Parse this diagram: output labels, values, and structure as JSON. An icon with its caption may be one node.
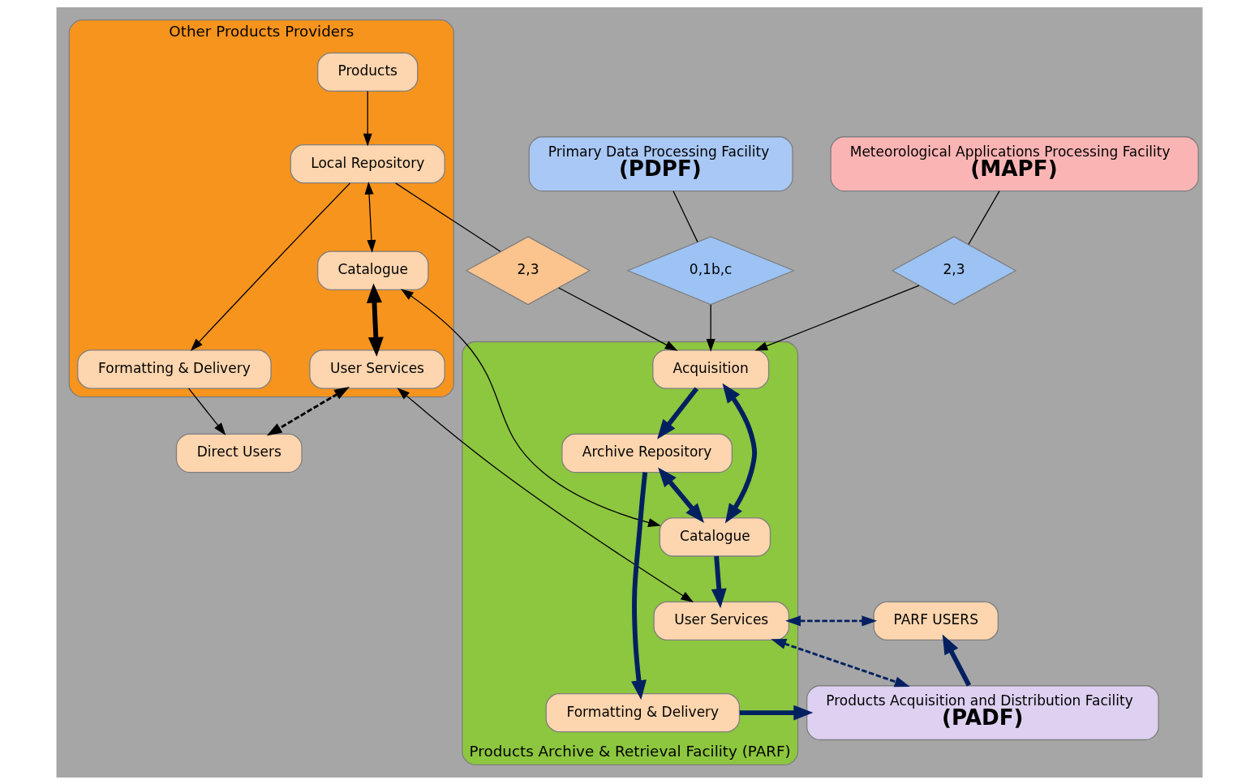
{
  "diagram": {
    "nodes": [
      {
        "text": [
          "Other Products Providers"
        ]
      },
      {
        "text": [
          "Products"
        ],
        "in": 0
      },
      {
        "text": [
          "Local Repository"
        ],
        "in": 0
      },
      {
        "text": [
          "Formatting & Delivery"
        ],
        "in": 0
      },
      {
        "text": [
          "Catalogue"
        ],
        "in": 0
      },
      {
        "text": [
          "User Services"
        ],
        "in": 0
      },
      {
        "text": [
          "Direct Users"
        ]
      },
      {
        "text": [
          "Primary Data Processing Facility",
          "(PDPF)"
        ]
      },
      {
        "text": [
          "0,1b,c"
        ]
      },
      {
        "text": [
          "Meteorological Applications Processing Facility",
          "(MAPF)"
        ]
      },
      {
        "text": [
          "2,3"
        ]
      },
      {
        "text": [
          "2,3"
        ]
      },
      {
        "text": [
          "Products Archive & Retrieval Facility (PARF)"
        ]
      },
      {
        "text": [
          "Acquisition"
        ],
        "in": 12
      },
      {
        "text": [
          "Archive Repository"
        ],
        "in": 12
      },
      {
        "text": [
          "Formatting & Delivery"
        ],
        "in": 12
      },
      {
        "text": [
          "Catalogue"
        ],
        "in": 12
      },
      {
        "text": [
          "User Services"
        ],
        "in": 12
      },
      {
        "text": [
          "Products Acquisition and Distribution Facility",
          "(PADF)"
        ]
      },
      {
        "text": [
          "PARF USERS"
        ]
      }
    ],
    "edges": [
      {
        "from": 1,
        "to": 2,
        "arrow": "to"
      },
      {
        "from": 2,
        "to": 3,
        "arrow": "to"
      },
      {
        "from": 2,
        "to": 4,
        "arrow": "both"
      },
      {
        "from": 4,
        "to": 5,
        "arrow": "both",
        "style": "thick"
      },
      {
        "from": 3,
        "to": 6,
        "arrow": "to"
      },
      {
        "from": 5,
        "to": 6,
        "arrow": "both",
        "style": "dashed"
      },
      {
        "from": 2,
        "to": 11,
        "arrow": "none"
      },
      {
        "from": 11,
        "to": 13,
        "arrow": "to"
      },
      {
        "from": 7,
        "to": 8,
        "arrow": "none"
      },
      {
        "from": 8,
        "to": 13,
        "arrow": "to"
      },
      {
        "from": 9,
        "to": 10,
        "arrow": "none"
      },
      {
        "from": 10,
        "to": 13,
        "arrow": "to"
      },
      {
        "from": 4,
        "to": 16,
        "arrow": "both"
      },
      {
        "from": 5,
        "to": 17,
        "arrow": "both"
      },
      {
        "from": 13,
        "to": 14,
        "arrow": "to",
        "style": "thick",
        "color": "#002060"
      },
      {
        "from": 13,
        "to": 16,
        "arrow": "both",
        "style": "thick",
        "color": "#002060"
      },
      {
        "from": 14,
        "to": 16,
        "arrow": "both",
        "style": "thick",
        "color": "#002060"
      },
      {
        "from": 14,
        "to": 15,
        "arrow": "to",
        "style": "thick",
        "color": "#002060"
      },
      {
        "from": 15,
        "to": 18,
        "arrow": "to",
        "style": "thick",
        "color": "#002060"
      },
      {
        "from": 16,
        "to": 17,
        "arrow": "to",
        "style": "thick",
        "color": "#002060"
      },
      {
        "from": 17,
        "to": 18,
        "arrow": "both",
        "style": "dashed",
        "color": "#002060"
      },
      {
        "from": 17,
        "to": 19,
        "arrow": "both",
        "style": "dashed",
        "color": "#002060"
      },
      {
        "from": 18,
        "to": 19,
        "arrow": "to",
        "style": "thick",
        "color": "#002060"
      }
    ]
  }
}
